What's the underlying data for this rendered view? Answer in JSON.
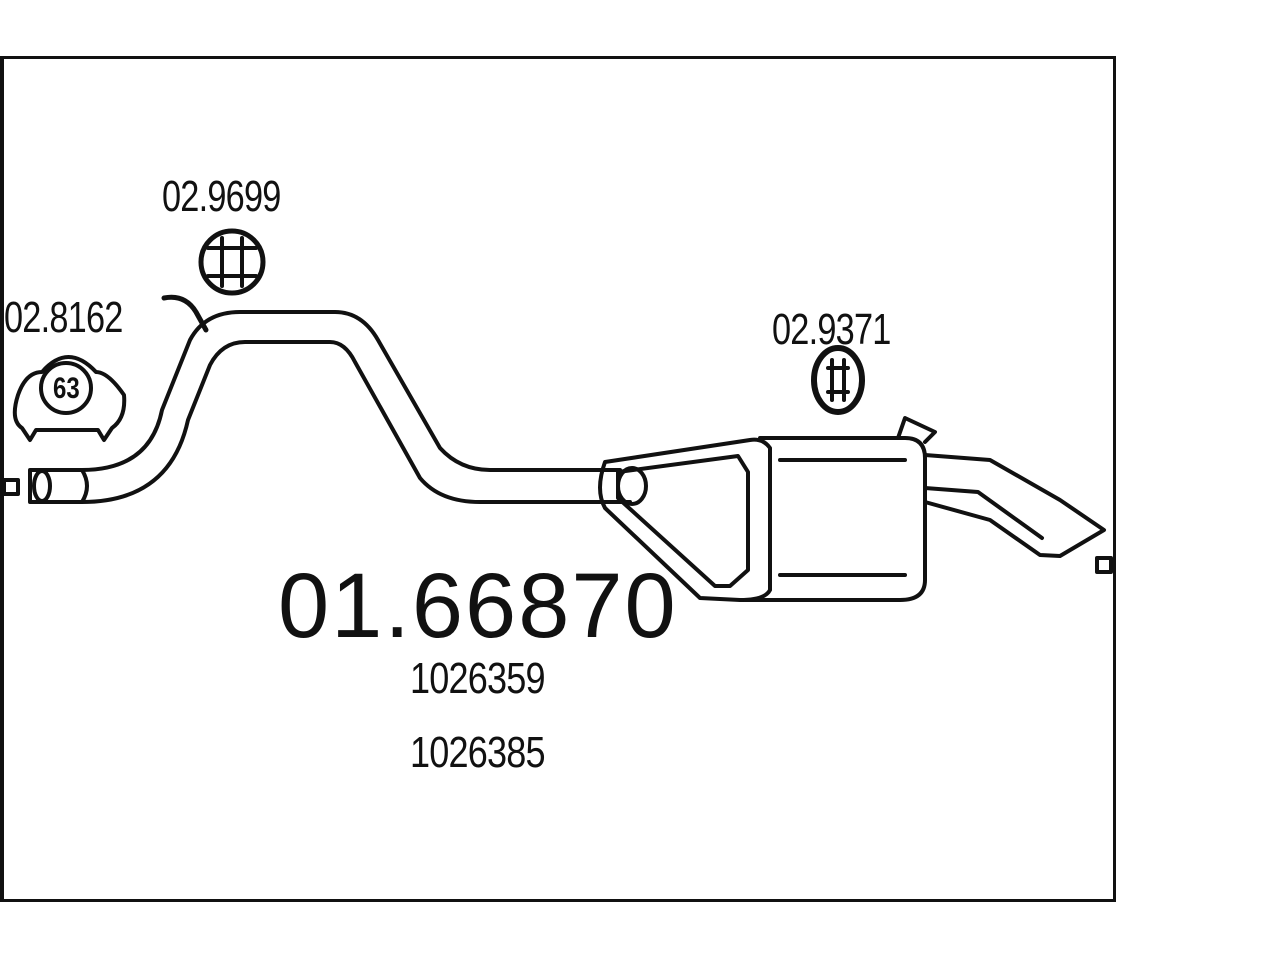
{
  "main_part_number": "01.66870",
  "oem_numbers": [
    "1026359",
    "1026385"
  ],
  "accessories": {
    "clamp": {
      "part_number": "02.8162",
      "size": "63"
    },
    "front_hanger": {
      "part_number": "02.9699"
    },
    "rear_hanger": {
      "part_number": "02.9371"
    }
  },
  "colors": {
    "line": "#111111",
    "background": "#ffffff"
  }
}
